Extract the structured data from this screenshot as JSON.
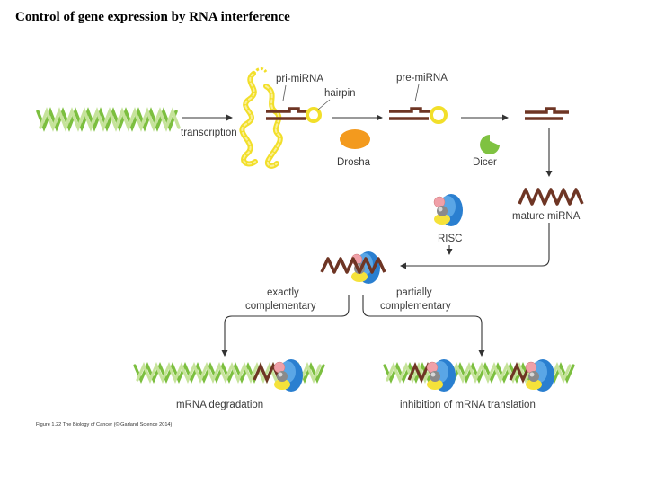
{
  "title": "Control of gene expression by RNA interference",
  "labels": {
    "transcription": "transcription",
    "pri_mirna": "pri-miRNA",
    "hairpin": "hairpin",
    "pre_mirna": "pre-miRNA",
    "drosha": "Drosha",
    "dicer": "Dicer",
    "mature_mirna": "mature miRNA",
    "risc": "RISC",
    "exactly_1": "exactly",
    "exactly_2": "complementary",
    "partially_1": "partially",
    "partially_2": "complementary",
    "mrna_degradation": "mRNA degradation",
    "inhibition": "inhibition of mRNA translation"
  },
  "caption": "Figure 1.22  The Biology of Cancer (© Garland Science 2014)",
  "colors": {
    "green_dark": "#7cbf3f",
    "green_light": "#c6e39b",
    "yellow": "#f2df2a",
    "yellow_light": "#fbf099",
    "brown": "#6e3524",
    "orange": "#f39a1e",
    "dicer_green": "#7fc241",
    "blue": "#2a7fd0",
    "arrow": "#333333"
  }
}
